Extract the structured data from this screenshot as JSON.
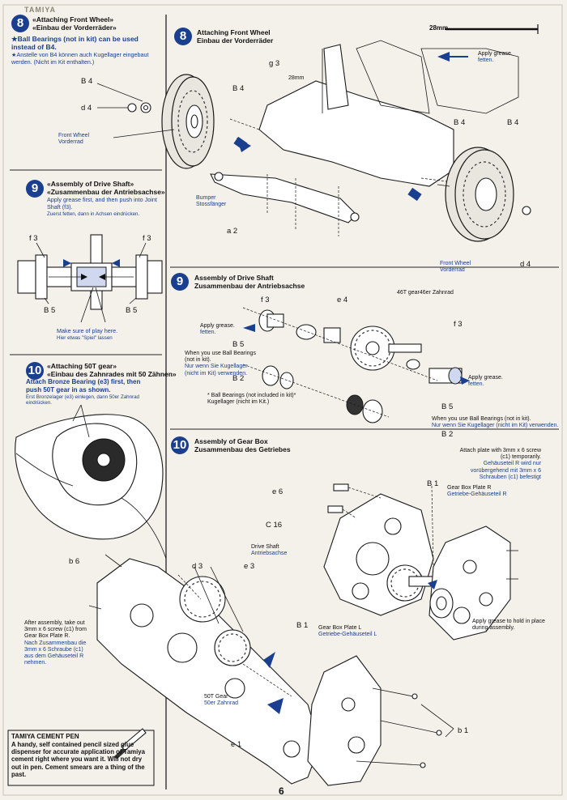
{
  "colors": {
    "accent": "#1b3f8f",
    "paper": "#f4f1ea",
    "ink": "#111111"
  },
  "header": {
    "top_left_logo": "TAMIYA",
    "measure_label": "28mm"
  },
  "left": {
    "step8": {
      "num": "8",
      "title_en": "«Attaching Front Wheel»",
      "title_de": "«Einbau der Vorderräder»",
      "note_en": "★Ball Bearings (not in kit) can be used instead of B4.",
      "note_de": "★Anstelle von B4 können auch Kugellager eingebaut werden. (Nicht im Kit enthalten.)"
    },
    "step9": {
      "num": "9",
      "title_en": "«Assembly of Drive Shaft»",
      "title_de": "«Zusammenbau der Antriebsachse»",
      "note_en": "Apply grease first, and then push into Joint Shaft (f3).",
      "note_de": "Zuerst fetten, dann in Achsen eindrücken.",
      "labels": {
        "f3_left": "f 3",
        "f3_right": "f 3",
        "b5_left": "B 5",
        "b5_right": "B 5"
      },
      "play_en": "Make sure of play here.",
      "play_de": "Hier etwas \"Spiel\" lassen"
    },
    "step10": {
      "num": "10",
      "title_en": "«Attaching 50T gear»",
      "title_de": "«Einbau des Zahnrades mit 50 Zähnen»",
      "note_en": "Attach Bronze Bearing (e3) first, then push 50T gear in as shown.",
      "note_de": "Erst Bronzelager (e3) einlegen, dann 50er Zahnrad eindrücken."
    },
    "after_assembly_en": "After assembly, take out 3mm x 6 screw (c1) from Gear Box Plate R.",
    "after_assembly_de": "Nach Zusammenbau die 3mm x 6 Schraube (c1) aus dem Gehäuseteil R nehmen.",
    "cement": {
      "title": "TAMIYA CEMENT PEN",
      "text": "A handy, self contained pencil sized glue dispenser for accurate application of Tamiya cement right where you want it. Will not dry out in pen. Cement smears are a thing of the past."
    }
  },
  "right": {
    "step8": {
      "num": "8",
      "title_en": "Attaching Front Wheel",
      "title_de": "Einbau der Vorderräder",
      "grease_en": "Apply grease.",
      "grease_de": "fetten.",
      "labels": {
        "g3": "g 3",
        "mm28": "28mm",
        "b4_a": "B 4",
        "d4_a": "d 4",
        "b4_b": "B 4",
        "b4_c": "B 4",
        "b4_d": "B 4",
        "d4_b": "d 4",
        "a2": "a 2"
      },
      "front_wheel_en": "Front Wheel",
      "front_wheel_de": "Vorderrad",
      "front_wheel2_en": "Front Wheel",
      "front_wheel2_de": "Vorderrad",
      "bumper_en": "Bumper",
      "bumper_de": "Stossfänger"
    },
    "step9": {
      "num": "9",
      "title_en": "Assembly of Drive Shaft",
      "title_de": "Zusammenbau der Antriebsachse",
      "labels": {
        "f3_a": "f 3",
        "e4": "e 4",
        "f3_b": "f 3",
        "b5_a": "B 5",
        "b2_a": "B 2",
        "b5_b": "B 5",
        "b2_b": "B 2"
      },
      "gear46_en": "46T gear",
      "gear46_de": "46er Zahnrad",
      "grease1_en": "Apply grease.",
      "grease1_de": "fetten.",
      "grease2_en": "Apply grease.",
      "grease2_de": "fetten.",
      "ball_en": "When you use Ball Bearings (not in kit).",
      "ball_de": "Nur wenn Sie Kugellager (nicht im Kit) verwenden.",
      "ball_star_en": "* Ball Bearings (not included in kit)",
      "ball_star_de": "* Kugellager (nicht im Kit.)",
      "ball2_en": "When you use Ball Bearings (not in kit).",
      "ball2_de": "Nur wenn Sie Kugellager (nicht im Kit) verwenden."
    },
    "step10": {
      "num": "10",
      "title_en": "Assembly of Gear Box",
      "title_de": "Zusammenbau des Getriebes",
      "attach_en": "Attach plate with 3mm x 6 screw (c1) temporarily.",
      "attach_de": "Gehäuseteil R wird nur vorübergehend mit 3mm x 6 Schrauben (c1) befestigt",
      "labels": {
        "e6": "e 6",
        "b1_a": "B 1",
        "c16": "C 16",
        "d3": "d 3",
        "e3": "e 3",
        "b6": "b 6",
        "b1_b": "B 1",
        "e1": "e 1",
        "b1_c": "b 1"
      },
      "plate_r_en": "Gear Box Plate R",
      "plate_r_de": "Getriebe-Gehäuseteil R",
      "shaft_en": "Drive Shaft",
      "shaft_de": "Antriebsachse",
      "plate_l_en": "Gear Box Plate L",
      "plate_l_de": "Getriebe-Gehäuseteil L",
      "gear50_en": "50T Gear",
      "gear50_de": "50er Zahnrad",
      "grease_en": "Apply grease to hold in place during assembly."
    }
  },
  "footer": {
    "page_number": "6"
  }
}
